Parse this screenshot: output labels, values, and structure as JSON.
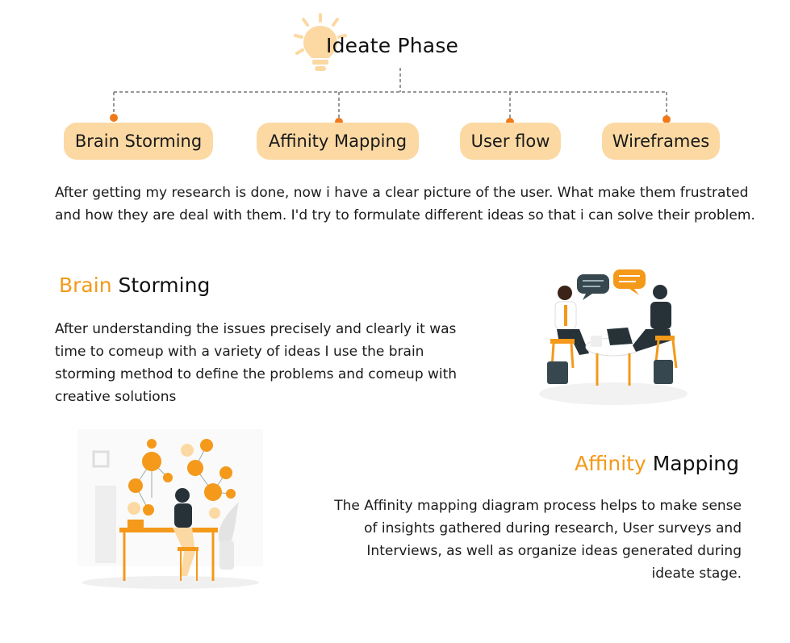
{
  "header": {
    "title": "Ideate Phase"
  },
  "phases": [
    {
      "label": "Brain Storming"
    },
    {
      "label": "Affinity Mapping"
    },
    {
      "label": "User flow"
    },
    {
      "label": "Wireframes"
    }
  ],
  "intro": "After getting my research is done, now i have a clear picture of the user. What make them frustrated and how they are deal with them. I'd try to formulate different ideas so that i can solve their problem.",
  "brainstorming": {
    "heading_accent": "Brain",
    "heading_rest": " Storming",
    "body": "After understanding the issues precisely and clearly it was time to comeup with a variety of ideas I use the brain storming method to define the problems and comeup with creative solutions"
  },
  "affinity": {
    "heading_accent": "Affinity",
    "heading_rest": " Mapping",
    "body": "The Affinity mapping diagram process helps to make sense of insights gathered during research, User surveys and Interviews, as well as organize ideas generated during ideate stage."
  },
  "colors": {
    "accent": "#f4991a",
    "pill": "#fcd9a3",
    "dot": "#f07a1a",
    "connector": "#777777"
  },
  "icons": [
    "lightbulb-icon"
  ]
}
